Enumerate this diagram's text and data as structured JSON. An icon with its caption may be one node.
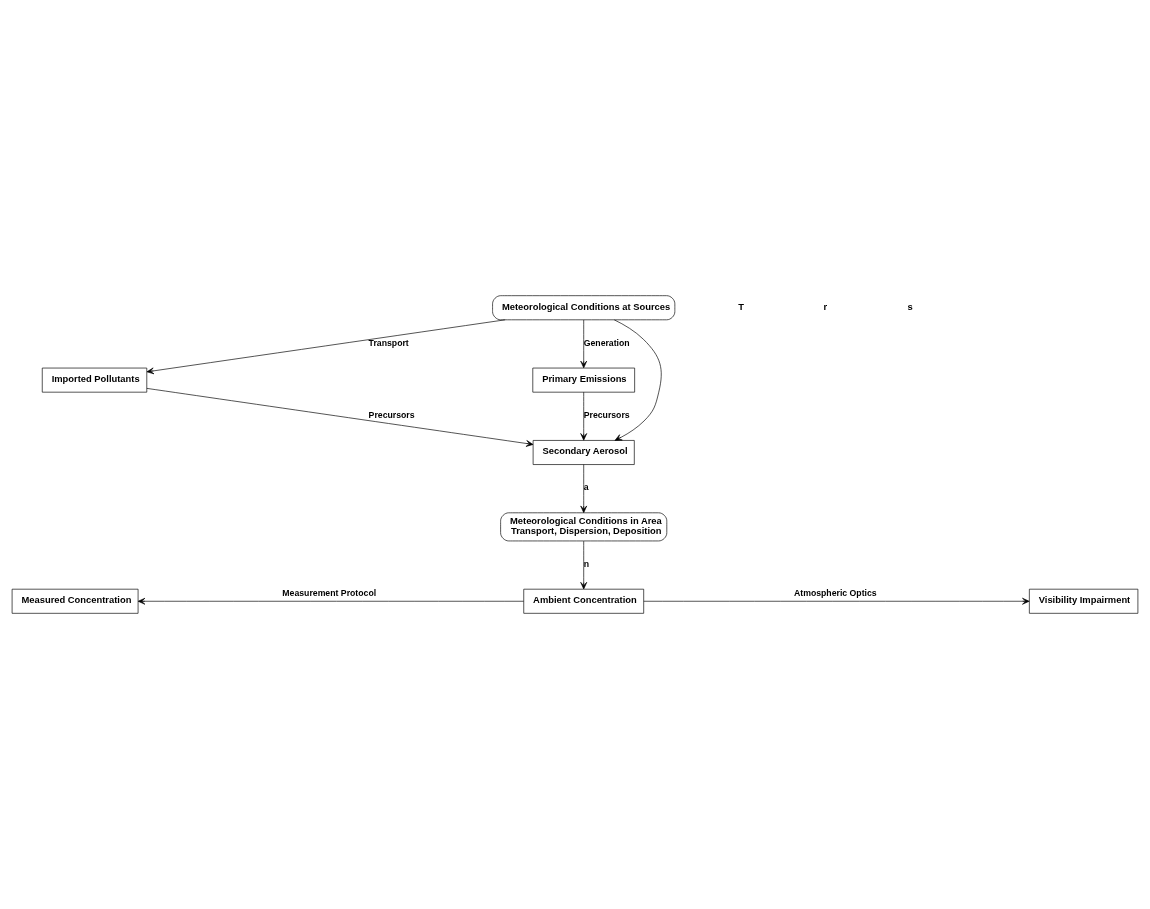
{
  "diagram": {
    "nodes": [
      {
        "text": [
          "Meteorological Conditions at Sources"
        ]
      },
      {
        "text": [
          "Imported Pollutants"
        ]
      },
      {
        "text": [
          "Primary Emissions"
        ]
      },
      {
        "text": [
          "Secondary Aerosol"
        ]
      },
      {
        "text": [
          "Meteorological Conditions in Area",
          "Transport, Dispersion, Deposition"
        ]
      },
      {
        "text": [
          "Measured Concentration"
        ]
      },
      {
        "text": [
          "Ambient Concentration"
        ]
      },
      {
        "text": [
          "Visibility Impairment"
        ]
      }
    ],
    "edges": [
      {
        "from": 0,
        "to": 1,
        "arrow": "to",
        "label": "Transport"
      },
      {
        "from": 0,
        "to": 3,
        "arrow": "to"
      },
      {
        "from": 0,
        "to": 2,
        "arrow": "to",
        "label": "Generation"
      },
      {
        "from": 1,
        "to": 3,
        "arrow": "to",
        "label": "Precursors"
      },
      {
        "from": 2,
        "to": 3,
        "arrow": "to",
        "label": "Precursors"
      },
      {
        "from": 3,
        "to": 4,
        "arrow": "to",
        "label": "a"
      },
      {
        "from": 4,
        "to": 6,
        "arrow": "to",
        "label": "n"
      },
      {
        "from": 6,
        "to": 5,
        "arrow": "to",
        "label": "Measurement Protocol"
      },
      {
        "from": 6,
        "to": 7,
        "arrow": "to",
        "label": "Atmospheric Optics"
      }
    ],
    "labels": [
      "T",
      "r",
      "s"
    ]
  }
}
